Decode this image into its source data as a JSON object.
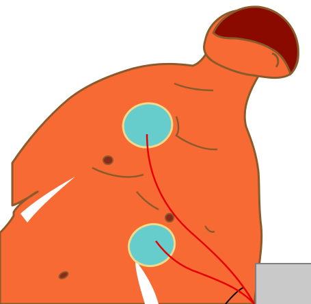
{
  "colors": {
    "background": "#ffffff",
    "skin": "#f76a33",
    "skin_outline": "#8b5a2b",
    "hair": "#8b0a00",
    "pad_fill": "#66cccc",
    "pad_border": "#f5d98a",
    "wire": "#e60000",
    "nipple": "#8b2a1a",
    "device": "#c9c9c9",
    "device_outline": "#7f7f7f"
  },
  "figure": {
    "subject": "torso-with-aed-electrode-pads",
    "pads": [
      "upper-right-chest-pad",
      "lower-left-side-pad"
    ],
    "device": "aed-unit"
  }
}
